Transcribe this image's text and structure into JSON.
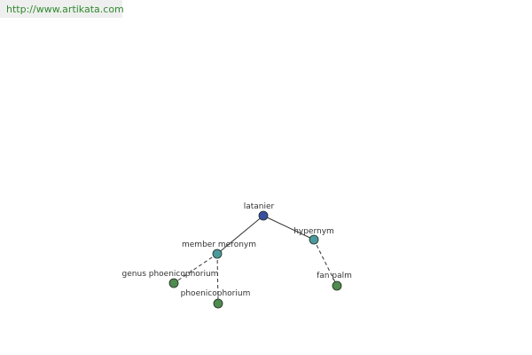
{
  "header": {
    "url": "http://www.artikata.com"
  },
  "graph": {
    "nodes": {
      "root": {
        "label": "latanier"
      },
      "member_meronym": {
        "label": "member meronym"
      },
      "hypernym": {
        "label": "hypernym"
      },
      "genus": {
        "label": "genus phoenicophorium"
      },
      "phoenicophorium": {
        "label": "phoenicophorium"
      },
      "fan_palm": {
        "label": "fan palm"
      }
    },
    "colors": {
      "root": "#3a4fa0",
      "relation": "#4b9a9c",
      "leaf": "#4f8a4f",
      "edge": "#333333",
      "url_text": "#2f8a2f",
      "header_bg": "#efefef"
    }
  }
}
